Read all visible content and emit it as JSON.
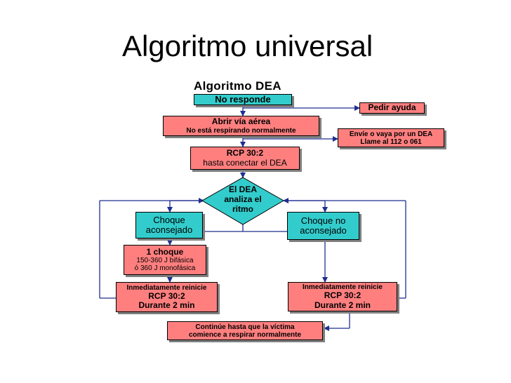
{
  "slide": {
    "title": "Algoritmo universal"
  },
  "diagram": {
    "title": "Algoritmo DEA",
    "no_responde": "No responde",
    "pedir_ayuda": "Pedir ayuda",
    "abrir_via": {
      "line1": "Abrir vía aérea",
      "line2": "No está respirando normalmente"
    },
    "envie": {
      "line1": "Envíe o vaya por un DEA",
      "line2": "Llame al 112 o 061"
    },
    "rcp_inicial": {
      "line1": "RCP 30:2",
      "line2": "hasta conectar el DEA"
    },
    "dea_analiza": {
      "line1": "El DEA",
      "line2": "analiza el",
      "line3": "ritmo"
    },
    "choque_aconsejado": {
      "line1": "Choque",
      "line2": "aconsejado"
    },
    "choque_no_aconsejado": {
      "line1": "Choque no",
      "line2": "aconsejado"
    },
    "un_choque": {
      "line1": "1 choque",
      "line2": "150-360 J bifásica",
      "line3": "ó 360 J monofásica"
    },
    "reinicie_left": {
      "line1": "Inmediatamente reinicie",
      "line2": "RCP 30:2",
      "line3": "Durante 2 min"
    },
    "reinicie_right": {
      "line1": "Inmediatamente reinicie",
      "line2": "RCP 30:2",
      "line3": "Durante 2 min"
    },
    "continue": {
      "line1": "Continúe hasta que la víctima",
      "line2": "comience a respirar normalmente"
    }
  },
  "colors": {
    "red_box": "#ff7f7f",
    "cyan_box": "#33cccc",
    "arrow": "#1f2f8f",
    "shadow": "#808080"
  }
}
